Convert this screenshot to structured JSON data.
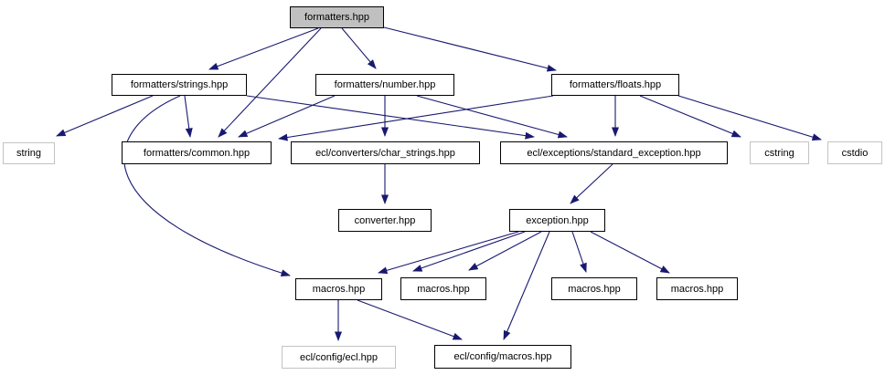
{
  "diagram": {
    "type": "include-dependency-graph",
    "root": "formatters.hpp",
    "colors": {
      "edge": "#191970",
      "root_fill": "#c0c0c0",
      "node_fill": "#ffffff",
      "internal_border": "#000000",
      "external_border": "#c3c3c3"
    },
    "nodes": [
      {
        "id": "formatters",
        "label": "formatters.hpp",
        "kind": "root"
      },
      {
        "id": "strings",
        "label": "formatters/strings.hpp",
        "kind": "internal"
      },
      {
        "id": "number",
        "label": "formatters/number.hpp",
        "kind": "internal"
      },
      {
        "id": "floats",
        "label": "formatters/floats.hpp",
        "kind": "internal"
      },
      {
        "id": "string",
        "label": "string",
        "kind": "external"
      },
      {
        "id": "common",
        "label": "formatters/common.hpp",
        "kind": "internal"
      },
      {
        "id": "char_strings",
        "label": "ecl/converters/char_strings.hpp",
        "kind": "internal"
      },
      {
        "id": "std_exception",
        "label": "ecl/exceptions/standard_exception.hpp",
        "kind": "internal"
      },
      {
        "id": "cstring",
        "label": "cstring",
        "kind": "external"
      },
      {
        "id": "cstdio",
        "label": "cstdio",
        "kind": "external"
      },
      {
        "id": "converter",
        "label": "converter.hpp",
        "kind": "internal"
      },
      {
        "id": "exception",
        "label": "exception.hpp",
        "kind": "internal"
      },
      {
        "id": "macros1",
        "label": "macros.hpp",
        "kind": "internal"
      },
      {
        "id": "macros2",
        "label": "macros.hpp",
        "kind": "internal"
      },
      {
        "id": "macros3",
        "label": "macros.hpp",
        "kind": "internal"
      },
      {
        "id": "macros4",
        "label": "macros.hpp",
        "kind": "internal"
      },
      {
        "id": "config_ecl",
        "label": "ecl/config/ecl.hpp",
        "kind": "external"
      },
      {
        "id": "config_macros",
        "label": "ecl/config/macros.hpp",
        "kind": "internal"
      }
    ],
    "edges": [
      {
        "from": "formatters",
        "to": "strings"
      },
      {
        "from": "formatters",
        "to": "number"
      },
      {
        "from": "formatters",
        "to": "floats"
      },
      {
        "from": "formatters",
        "to": "common"
      },
      {
        "from": "strings",
        "to": "string"
      },
      {
        "from": "strings",
        "to": "common"
      },
      {
        "from": "strings",
        "to": "std_exception"
      },
      {
        "from": "strings",
        "to": "macros1"
      },
      {
        "from": "number",
        "to": "common"
      },
      {
        "from": "number",
        "to": "char_strings"
      },
      {
        "from": "number",
        "to": "std_exception"
      },
      {
        "from": "floats",
        "to": "common"
      },
      {
        "from": "floats",
        "to": "std_exception"
      },
      {
        "from": "floats",
        "to": "cstring"
      },
      {
        "from": "floats",
        "to": "cstdio"
      },
      {
        "from": "char_strings",
        "to": "converter"
      },
      {
        "from": "std_exception",
        "to": "exception"
      },
      {
        "from": "exception",
        "to": "macros1"
      },
      {
        "from": "exception",
        "to": "macros2"
      },
      {
        "from": "exception",
        "to": "macros3"
      },
      {
        "from": "exception",
        "to": "macros4"
      },
      {
        "from": "exception",
        "to": "config_macros"
      },
      {
        "from": "macros1",
        "to": "config_ecl"
      },
      {
        "from": "macros1",
        "to": "config_macros"
      }
    ]
  }
}
